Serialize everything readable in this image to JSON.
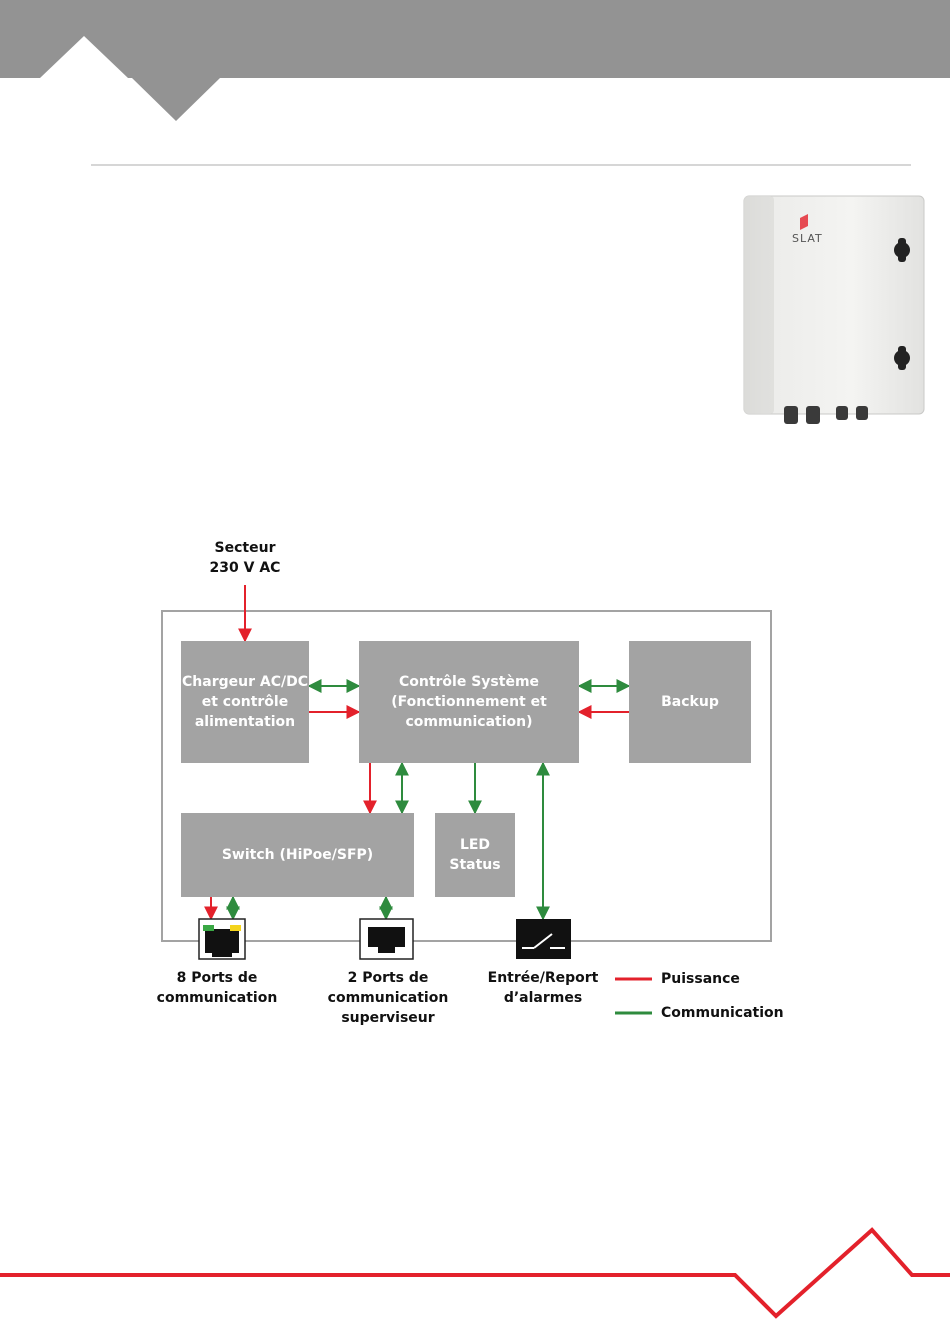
{
  "product": {
    "brand": "SLAT"
  },
  "diagram": {
    "input": {
      "line1": "Secteur",
      "line2": "230 V AC"
    },
    "blocks": {
      "charger": {
        "line1": "Chargeur AC/DC",
        "line2": "et contrôle",
        "line3": "alimentation"
      },
      "control": {
        "line1": "Contrôle Système",
        "line2": "(Fonctionnement et",
        "line3": "communication)"
      },
      "backup": {
        "label": "Backup"
      },
      "switch": {
        "label": "Switch (HiPoe/SFP)"
      },
      "led": {
        "label": "LED Status"
      }
    },
    "ports": {
      "comm": {
        "line1": "8 Ports de",
        "line2": "communication"
      },
      "supervisor": {
        "line1": "2 Ports de communication",
        "line2": "superviseur"
      },
      "alarms": {
        "line1": "Entrée/Report",
        "line2": "d’alarmes"
      }
    },
    "legend": {
      "power": {
        "label": "Puissance",
        "color": "#e3212b"
      },
      "communication": {
        "label": "Communication",
        "color": "#2e8b3e"
      }
    }
  },
  "colors": {
    "header_gray": "#939393",
    "block_gray": "#a3a3a3",
    "accent_red": "#e3212b",
    "comm_green": "#2e8b3e"
  }
}
